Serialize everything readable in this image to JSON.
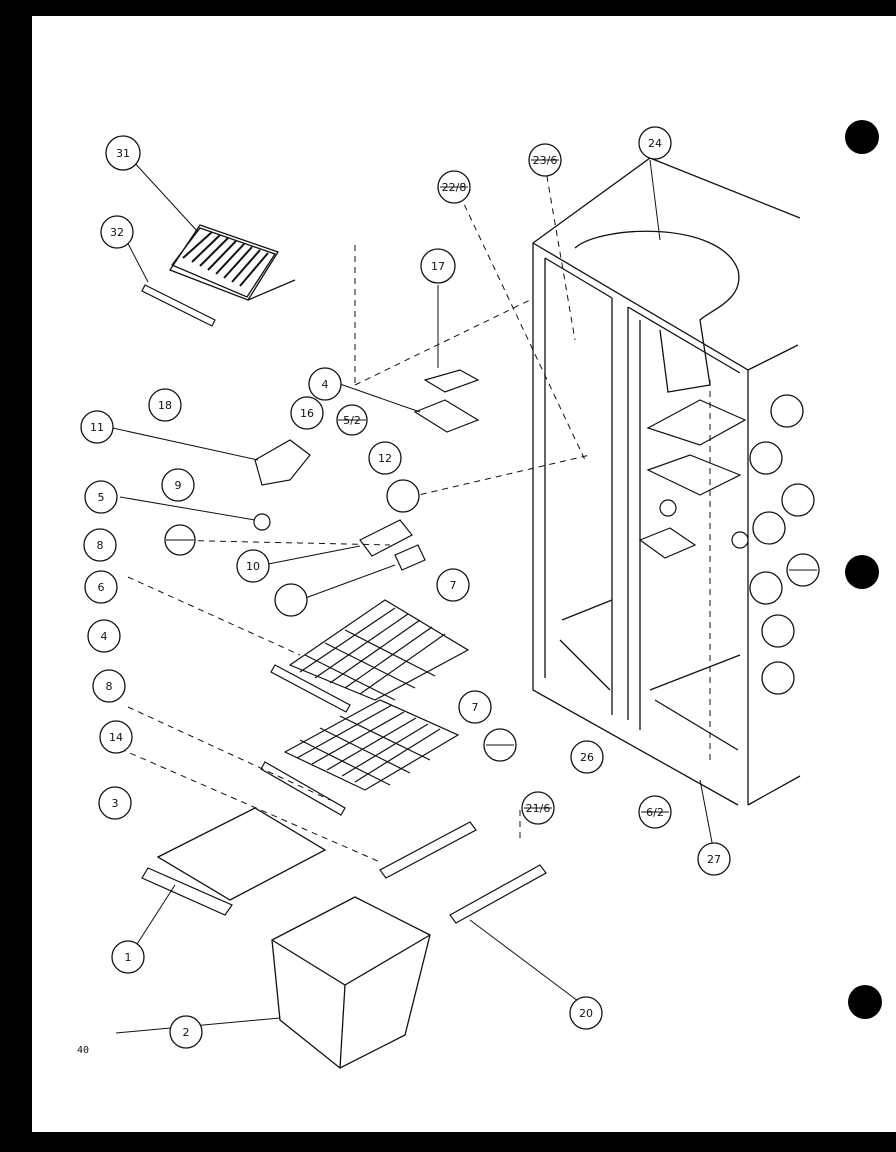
{
  "diagram": {
    "page_number": "40",
    "callouts": [
      {
        "id": "c31",
        "label": "31"
      },
      {
        "id": "c32",
        "label": "32"
      },
      {
        "id": "c17",
        "label": "17"
      },
      {
        "id": "c4",
        "label": "4"
      },
      {
        "id": "c18",
        "label": "18"
      },
      {
        "id": "c11",
        "label": "11"
      },
      {
        "id": "c5frac",
        "label": "5/2"
      },
      {
        "id": "c16",
        "label": "16"
      },
      {
        "id": "c9",
        "label": "9"
      },
      {
        "id": "c5",
        "label": "5"
      },
      {
        "id": "c12",
        "label": "12"
      },
      {
        "id": "c6a",
        "label": "6"
      },
      {
        "id": "c10",
        "label": "10"
      },
      {
        "id": "c8a",
        "label": "8"
      },
      {
        "id": "c7a",
        "label": "7"
      },
      {
        "id": "c4b",
        "label": "4"
      },
      {
        "id": "c8b",
        "label": "8"
      },
      {
        "id": "c7b",
        "label": "7"
      },
      {
        "id": "c14",
        "label": "14"
      },
      {
        "id": "c3",
        "label": "3"
      },
      {
        "id": "c1",
        "label": "1"
      },
      {
        "id": "c2",
        "label": "2"
      },
      {
        "id": "c20",
        "label": "20"
      },
      {
        "id": "c21",
        "label": "21/6"
      },
      {
        "id": "c22",
        "label": "22/8"
      },
      {
        "id": "c23",
        "label": "23/6"
      },
      {
        "id": "c24",
        "label": "24"
      },
      {
        "id": "c27",
        "label": "27"
      },
      {
        "id": "c26",
        "label": "26"
      },
      {
        "id": "c6b",
        "label": "6/2"
      }
    ]
  }
}
